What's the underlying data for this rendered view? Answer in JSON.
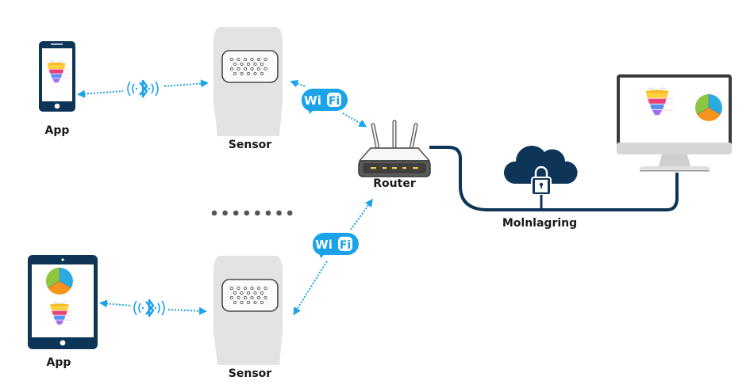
{
  "diagram": {
    "title": "IoT sensor network",
    "nodes": {
      "app_top": {
        "label": "App",
        "device": "smartphone",
        "icon": "funnel-chart-icon"
      },
      "app_bottom": {
        "label": "App",
        "device": "tablet",
        "icons": [
          "pie-chart-icon",
          "funnel-chart-icon"
        ]
      },
      "sensor_top": {
        "label": "Sensor"
      },
      "sensor_bottom": {
        "label": "Sensor"
      },
      "router": {
        "label": "Router"
      },
      "cloud": {
        "label": "Molnlagring",
        "icon": "cloud-lock-icon"
      },
      "monitor": {
        "device": "desktop-monitor",
        "icons": [
          "funnel-chart-icon",
          "pie-chart-icon"
        ]
      }
    },
    "connections": [
      {
        "from": "app_top",
        "to": "sensor_top",
        "protocol": "Bluetooth",
        "style": "dotted-bidirectional"
      },
      {
        "from": "app_bottom",
        "to": "sensor_bottom",
        "protocol": "Bluetooth",
        "style": "dotted-bidirectional"
      },
      {
        "from": "sensor_top",
        "to": "router",
        "protocol": "WiFi",
        "style": "dotted-bidirectional"
      },
      {
        "from": "sensor_bottom",
        "to": "router",
        "protocol": "WiFi",
        "style": "dotted-bidirectional"
      },
      {
        "from": "router",
        "to": "monitor",
        "via": "cloud",
        "style": "solid-cable"
      }
    ],
    "wifi_badge": {
      "left": "Wi",
      "right": "Fi"
    },
    "ellipsis_dots": 8,
    "colors": {
      "link_blue": "#1aa3e8",
      "navy": "#0d3558",
      "sensor_gray": "#e3e3e3",
      "pie_green": "#8dc63f",
      "pie_blue": "#29abe2",
      "pie_orange": "#f7941d",
      "funnel_yellow": "#fcd13c",
      "funnel_pink": "#ec407a",
      "funnel_blue": "#5c8df6",
      "funnel_purple": "#a06cf0"
    }
  }
}
